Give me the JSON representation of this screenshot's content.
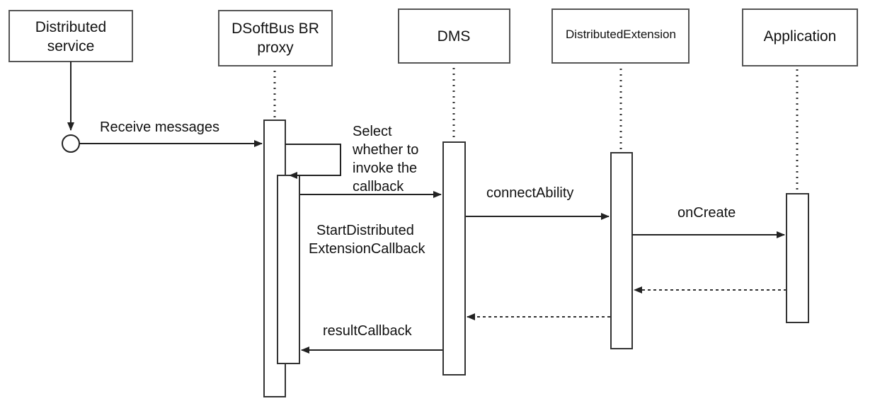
{
  "participants": {
    "distributed_service": [
      "Distributed",
      "service"
    ],
    "dsoftbus_proxy": [
      "DSoftBus BR",
      "proxy"
    ],
    "dms": "DMS",
    "distributed_extension": "DistributedExtension",
    "application": "Application"
  },
  "messages": {
    "receive": "Receive messages",
    "select": [
      "Select",
      "whether to",
      "invoke the",
      "callback"
    ],
    "start_callback": [
      "StartDistributed",
      "ExtensionCallback"
    ],
    "connect": "connectAbility",
    "on_create": "onCreate",
    "result_callback": "resultCallback"
  }
}
